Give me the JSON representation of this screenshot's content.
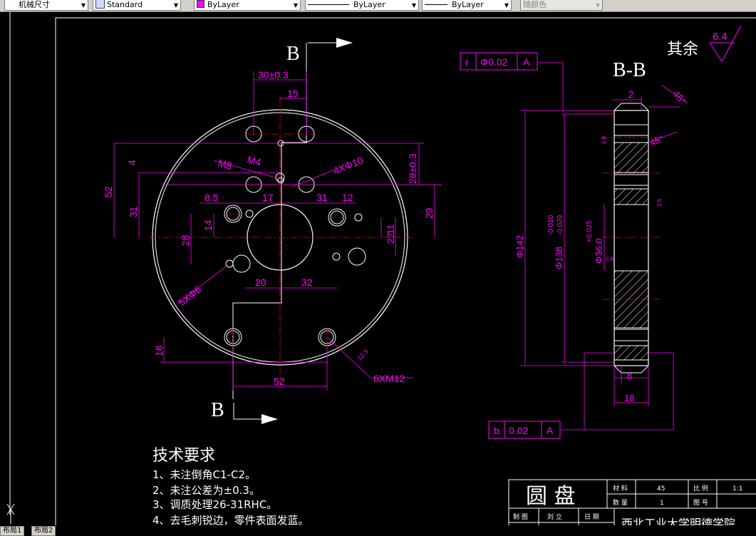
{
  "toolbar": {
    "dimstyle": "机械尺寸",
    "textstyle": "Standard",
    "layer": "ByLayer",
    "linetype": "ByLayer",
    "lineweight": "ByLayer",
    "plotstyle": "随颜色",
    "layer_color": "#ff00ff"
  },
  "drawing": {
    "section_label": "B",
    "section_title": "B-B",
    "remaining_roughness_label": "其余",
    "remaining_roughness_value": "6.4",
    "dims_front": {
      "d30": "30±0.3",
      "d15": "15",
      "d52v": "52",
      "d4": "4",
      "d31v": "31",
      "m8": "M8",
      "m4": "M4",
      "d4xphi10": "4XΦ10",
      "d28": "28±0.3",
      "d8_5": "8.5",
      "d17": "17",
      "d31h": "31",
      "d12": "12",
      "d29": "29",
      "d14": "14",
      "d11": "11",
      "d28v": "28",
      "d22": "22",
      "d5x": "5XΦ6",
      "d20": "20",
      "d32": "32",
      "d16": "16",
      "d52h": "52",
      "d6xm12": "6XM12",
      "r12_5": "12.5"
    },
    "dims_side": {
      "d2": "2",
      "d45a": "45°",
      "d45b": "45°",
      "phi142": "Φ142",
      "phi138": "Φ138",
      "phi138_tol_up": "-0.010",
      "phi138_tol_dn": "-0.029",
      "phi36": "Φ36.0",
      "phi36_tol": "+0.025",
      "d8": "8",
      "d18": "18",
      "r1_6a": "1.6",
      "r1_6b": "1.6",
      "r0_8": "0.8"
    },
    "tolerance_top": [
      "r",
      "Φ0.02",
      "A"
    ],
    "tolerance_bottom": [
      "b",
      "0.02",
      "A"
    ]
  },
  "tech_requirements": {
    "title": "技术要求",
    "items": [
      "1、未注倒角C1-C2。",
      "2、未注公差为±0.3。",
      "3、调质处理26-31RHC。",
      "4、去毛刺锐边，零件表面发蓝。"
    ]
  },
  "title_block": {
    "part_name": "圆 盘",
    "material_label": "材 料",
    "material_value": "45",
    "scale_label": "比 例",
    "scale_value": "1:1",
    "qty_label": "数 量",
    "qty_value": "1",
    "drawing_no_label": "图 号",
    "drawer_label": "制 图",
    "drawer_name": "刘 立",
    "date_label": "日 期",
    "school": "西北工业大学明德学院"
  },
  "tabs": [
    "布局1",
    "布局2"
  ],
  "colors": {
    "dimension": "#ff00ff",
    "outline": "#ffffff",
    "center": "#ff0000",
    "background": "#000000"
  }
}
